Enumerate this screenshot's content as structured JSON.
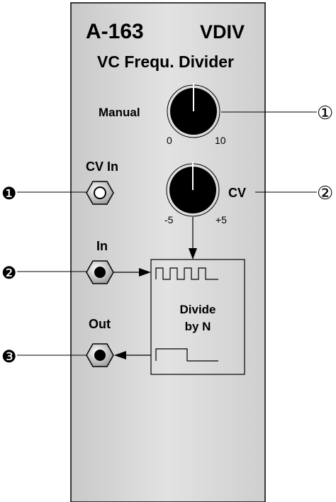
{
  "module": {
    "number": "A-163",
    "code": "VDIV",
    "name": "VC Frequ. Divider"
  },
  "controls": {
    "manual": {
      "label": "Manual",
      "min_label": "0",
      "max_label": "10",
      "callout": "①"
    },
    "cv": {
      "label": "CV",
      "min_label": "-5",
      "max_label": "+5",
      "callout": "②"
    }
  },
  "jacks": {
    "cv_in": {
      "label": "CV In",
      "callout": "❶"
    },
    "in": {
      "label": "In",
      "callout": "❷"
    },
    "out": {
      "label": "Out",
      "callout": "❸"
    }
  },
  "block": {
    "line1": "Divide",
    "line2": "by N"
  },
  "colors": {
    "panel": "#d9d9d9",
    "ink": "#000000"
  }
}
